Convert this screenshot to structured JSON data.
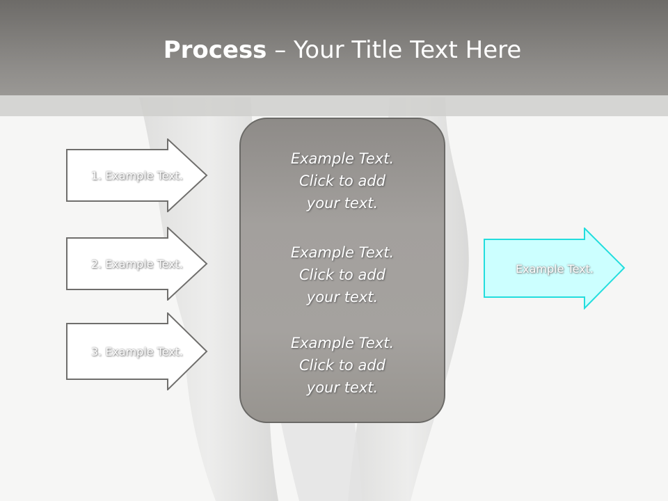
{
  "title": {
    "bold": "Process",
    "rest": " – Your Title Text Here"
  },
  "inputs": [
    {
      "label": "1. Example Text."
    },
    {
      "label": "2. Example Text."
    },
    {
      "label": "3. Example Text."
    }
  ],
  "center": {
    "items": [
      {
        "text": "Example Text.\nClick  to add\nyour text."
      },
      {
        "text": "Example Text.\nClick  to add\nyour text."
      },
      {
        "text": "Example Text.\nClick  to add\nyour text."
      }
    ]
  },
  "output": {
    "label": "Example Text."
  },
  "colors": {
    "output_fill": "#ccffff",
    "output_stroke": "#22dddd",
    "input_stroke": "#6f6e6c",
    "box_fill": "#a3a09d"
  }
}
